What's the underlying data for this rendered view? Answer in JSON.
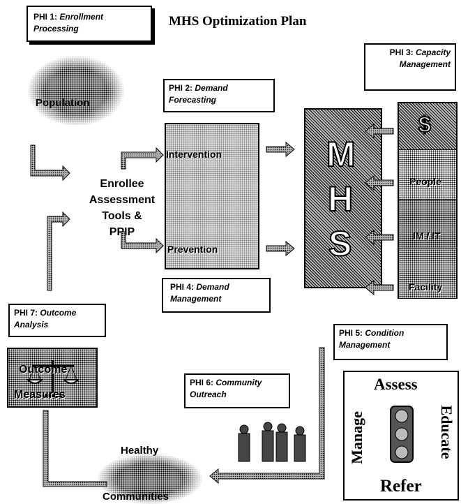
{
  "title": "MHS Optimization Plan",
  "boxes": {
    "phi1": {
      "key": "PHI 1:",
      "val": "Enrollment Processing"
    },
    "phi2": {
      "key": "PHI 2:",
      "val": "Demand Forecasting"
    },
    "phi3": {
      "key": "PHI 3:",
      "val": "Capacity Management"
    },
    "phi4": {
      "key": "PHI 4:",
      "val": "Demand Management"
    },
    "phi5": {
      "key": "PHI 5:",
      "val": "Condition Management"
    },
    "phi6": {
      "key": "PHI 6:",
      "val": "Community Outreach"
    },
    "phi7": {
      "key": "PHI 7:",
      "val": "Outcome Analysis"
    }
  },
  "labels": {
    "population": "Population",
    "enrollee": [
      "Enrollee",
      "Assessment",
      "Tools &",
      "PPIP"
    ],
    "intervention": "Intervention",
    "prevention": "Prevention",
    "mhs": [
      "M",
      "H",
      "S"
    ],
    "capacity": [
      "$",
      "People",
      "IM / IT",
      "Facility"
    ],
    "outcome": [
      "Outcome",
      "Measures"
    ],
    "healthy": "Healthy",
    "communities": "Communities",
    "assess": "Assess",
    "manage": "Manage",
    "educate": "Educate",
    "refer": "Refer"
  }
}
